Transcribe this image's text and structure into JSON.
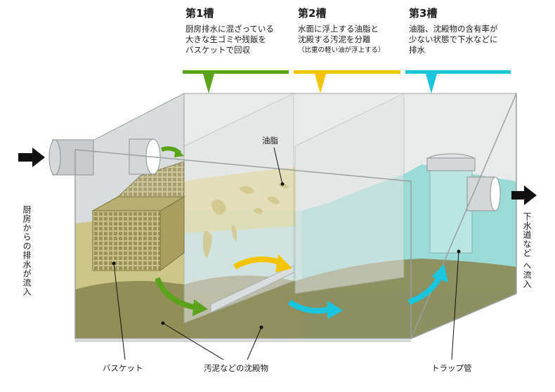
{
  "tanks": [
    {
      "title": "第1槽",
      "lines": [
        "厨房排水に混ざっている",
        "大きな生ゴミや残飯を",
        "バスケットで回収"
      ],
      "note": "",
      "color": "#5ba31a"
    },
    {
      "title": "第2槽",
      "lines": [
        "水面に浮上する油脂と",
        "沈殿する汚泥を分離"
      ],
      "note": "（比重の軽い油が浮上する）",
      "color": "#f2c500"
    },
    {
      "title": "第3槽",
      "lines": [
        "油脂、沈殿物の含有率が",
        "少ない状態で下水などに",
        "排水"
      ],
      "note": "",
      "color": "#19c6dd"
    }
  ],
  "labels": {
    "oil": "油脂",
    "basket": "バスケット",
    "sediment": "汚泥などの沈殿物",
    "trap": "トラップ管",
    "inflow": "厨房からの排水が流入",
    "outflow": "下水道など へ流入"
  },
  "colors": {
    "green": "#5ba31a",
    "yellow": "#f2c500",
    "cyan": "#19c6dd"
  }
}
